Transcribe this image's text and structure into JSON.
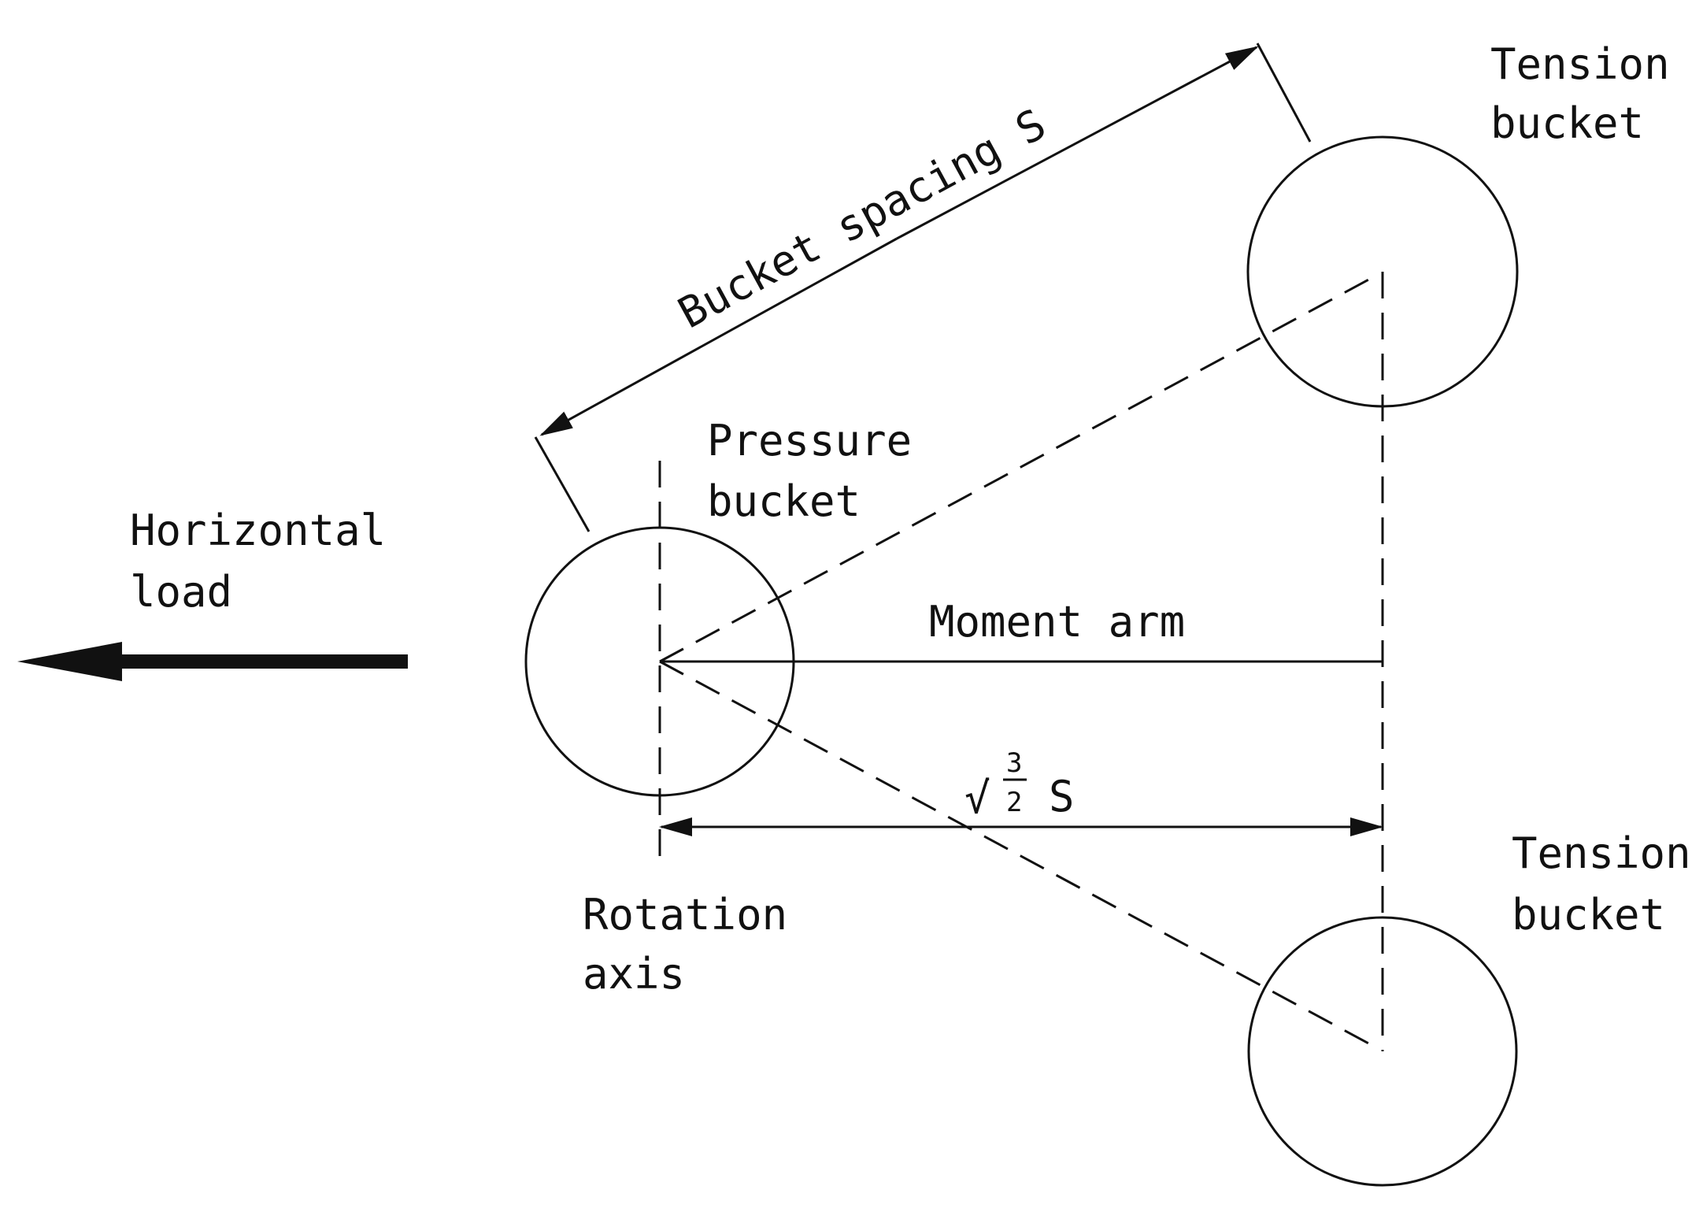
{
  "labels": {
    "bucket_spacing": "Bucket spacing S",
    "tension_top_1": "Tension",
    "tension_top_2": "bucket",
    "pressure_1": "Pressure",
    "pressure_2": "bucket",
    "horizontal_1": "Horizontal",
    "horizontal_2": "load",
    "moment_arm": "Moment arm",
    "sqrt_sign": "√",
    "frac_num": "3",
    "frac_den": "2",
    "sqrt_s": "S",
    "tension_bottom_1": "Tension",
    "tension_bottom_2": "bucket",
    "rotation_1": "Rotation",
    "rotation_2": "axis"
  }
}
